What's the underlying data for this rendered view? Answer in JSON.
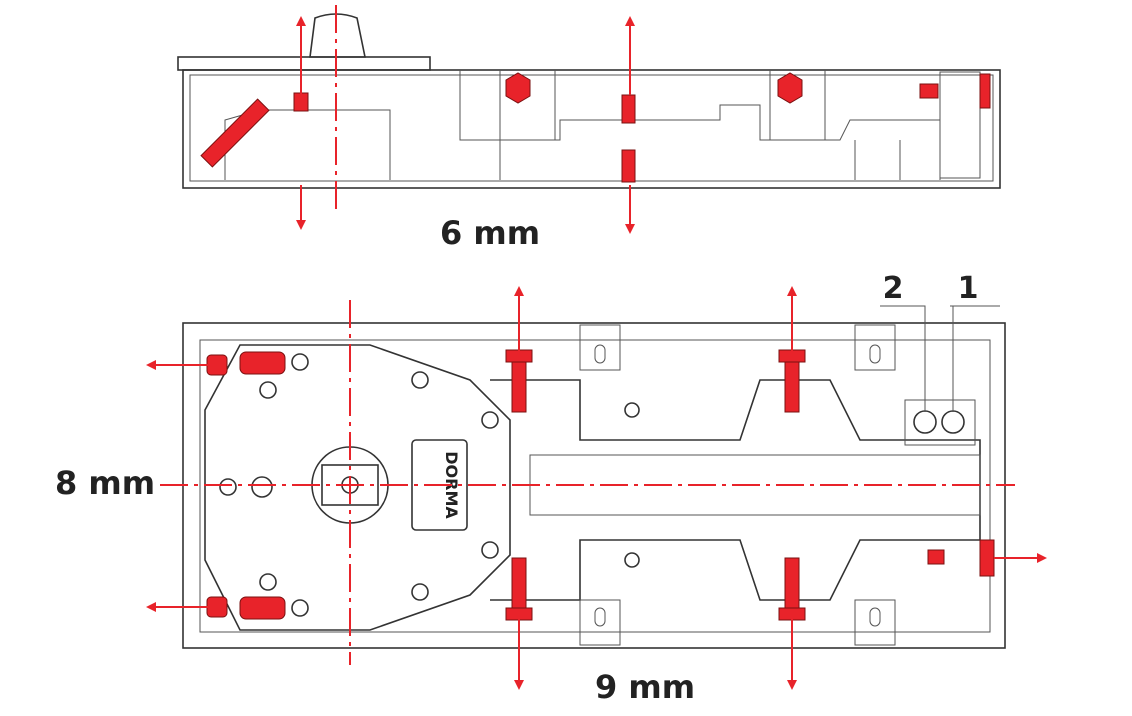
{
  "diagram": {
    "top_view": {
      "dimension_label": "6 mm"
    },
    "bottom_view": {
      "left_dimension_label": "8 mm",
      "bottom_dimension_label": "9 mm",
      "callouts": [
        "2",
        "1"
      ],
      "logo_text": "DORMA"
    },
    "colors": {
      "accent": "#e8232a",
      "line": "#333333"
    }
  }
}
